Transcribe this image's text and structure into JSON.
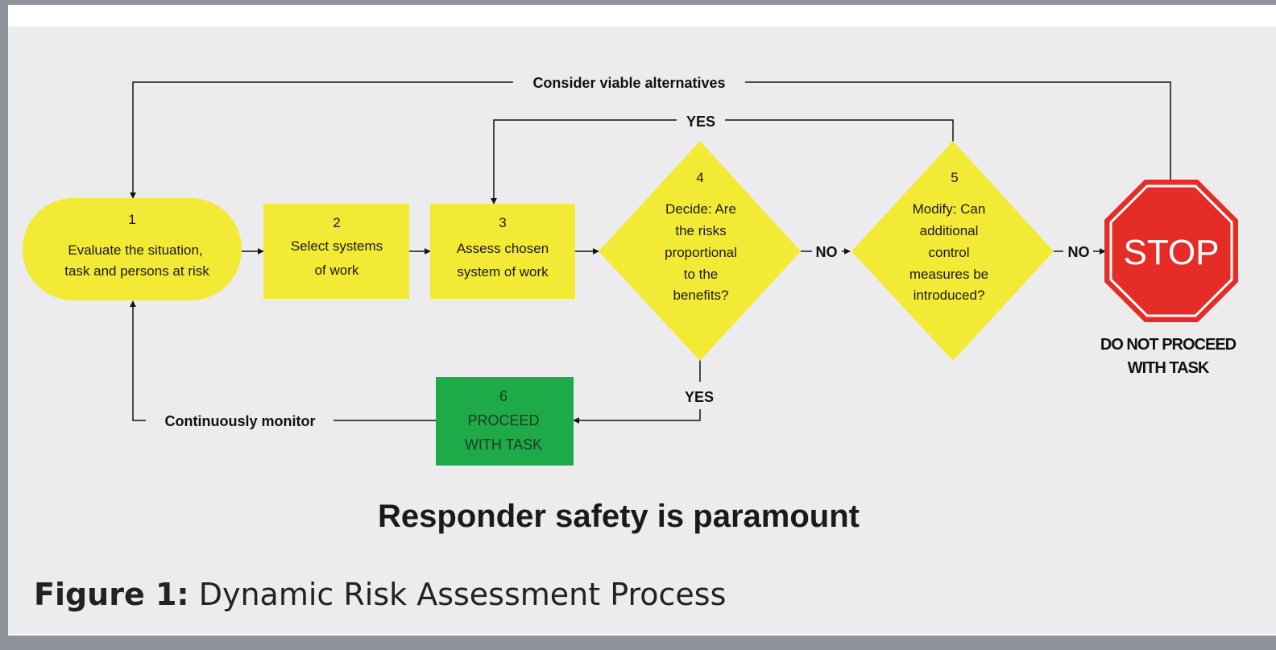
{
  "colors": {
    "yellow": "#f3ea35",
    "green": "#1faa4a",
    "stop_red": "#e52c26",
    "panel": "#ececee",
    "frame": "#8d929b"
  },
  "nodes": {
    "n1": {
      "number": "1",
      "lines": [
        "Evaluate the situation,",
        "task and persons at risk"
      ]
    },
    "n2": {
      "number": "2",
      "lines": [
        "Select systems",
        "of work"
      ]
    },
    "n3": {
      "number": "3",
      "lines": [
        "Assess chosen",
        "system of work"
      ]
    },
    "n4": {
      "number": "4",
      "lines": [
        "Decide: Are",
        "the risks",
        "proportional",
        "to the",
        "benefits?"
      ]
    },
    "n5": {
      "number": "5",
      "lines": [
        "Modify: Can",
        "additional",
        "control",
        "measures be",
        "introduced?"
      ]
    },
    "n6": {
      "number": "6",
      "lines": [
        "PROCEED",
        "WITH TASK"
      ]
    },
    "stop": {
      "sign_text": "STOP",
      "lines": [
        "DO NOT PROCEED",
        "WITH TASK"
      ]
    }
  },
  "edges": {
    "alternatives": "Consider viable alternatives",
    "yes_top": "YES",
    "yes_bottom": "YES",
    "no_1": "NO",
    "no_2": "NO",
    "monitor": "Continuously monitor"
  },
  "heading": "Responder safety is paramount",
  "caption": {
    "label": "Figure 1:",
    "text": " Dynamic Risk Assessment Process"
  }
}
